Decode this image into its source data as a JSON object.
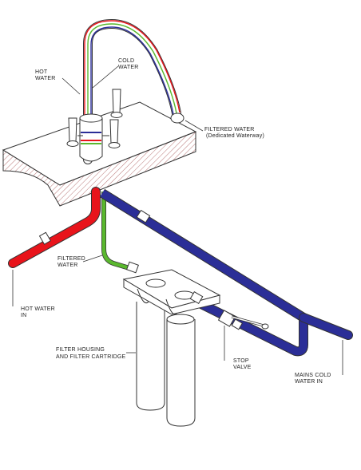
{
  "labels": {
    "hot_water": [
      "HOT",
      "WATER"
    ],
    "cold_water": [
      "COLD",
      "WATER"
    ],
    "filtered_water_tap": [
      "FILTERED WATER",
      "(Dedicated Waterway)"
    ],
    "filtered_water_pipe": [
      "FILTERED",
      "WATER"
    ],
    "hot_water_in": [
      "HOT WATER",
      "IN"
    ],
    "filter_housing": [
      "FILTER HOUSING",
      "AND FILTER CARTRIDGE"
    ],
    "stop_valve": [
      "STOP",
      "VALVE"
    ],
    "mains_cold": [
      "MAINS COLD",
      "WATER IN"
    ]
  },
  "colors": {
    "hot": "#e8141b",
    "cold": "#2b2e97",
    "filtered": "#5ab82e",
    "outline": "#333333",
    "hatch": "#9a3b3b"
  }
}
